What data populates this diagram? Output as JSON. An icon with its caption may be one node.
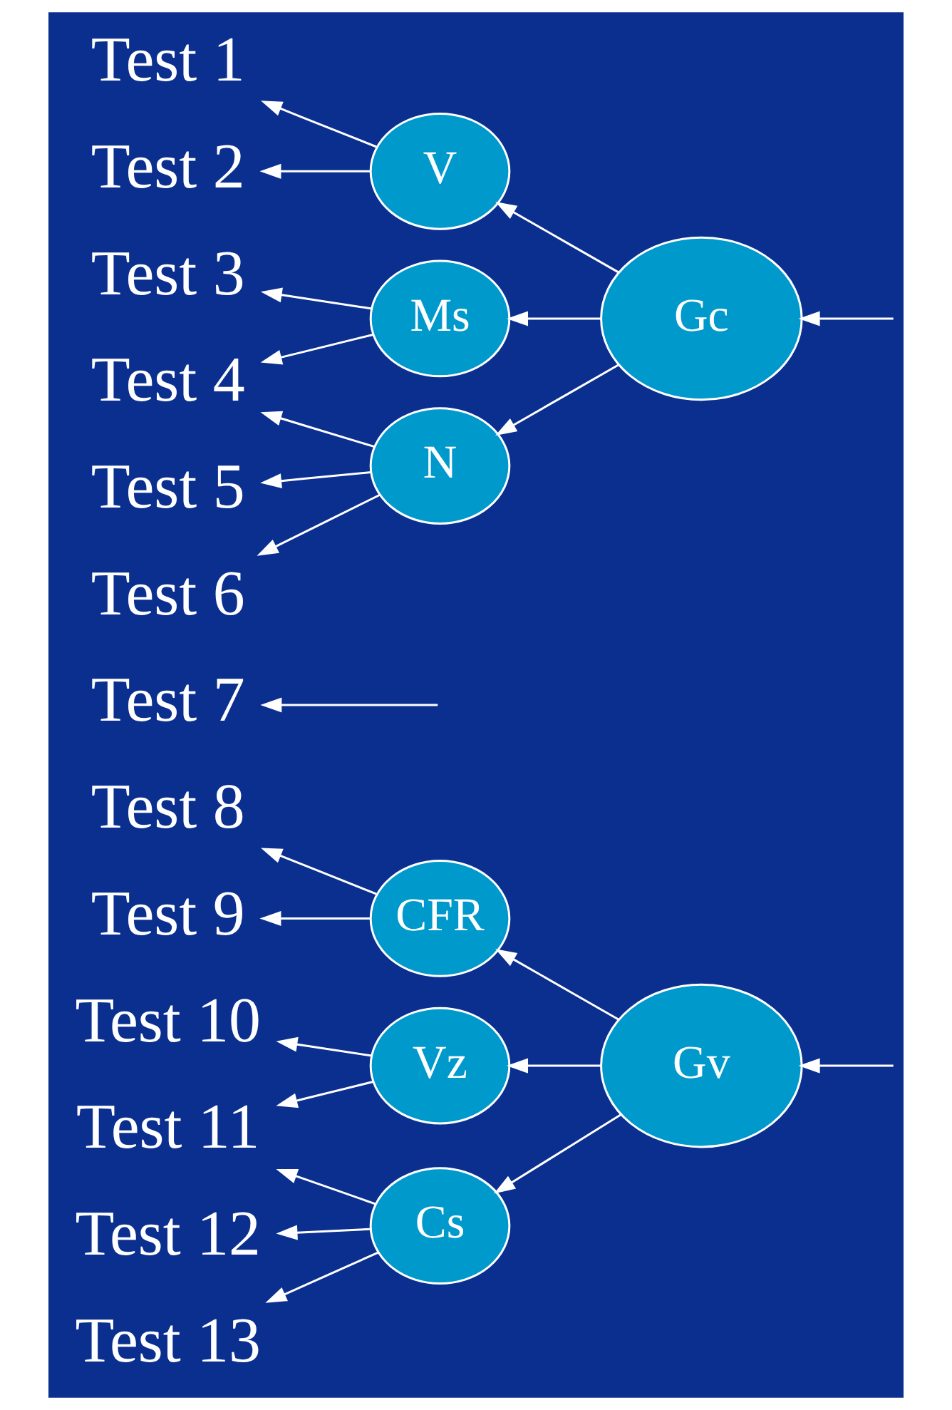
{
  "diagram": {
    "nodes": [
      {
        "text": [
          "Test 1"
        ]
      },
      {
        "text": [
          "Test 2"
        ]
      },
      {
        "text": [
          "Test 3"
        ]
      },
      {
        "text": [
          "Test 4"
        ]
      },
      {
        "text": [
          "Test 5"
        ]
      },
      {
        "text": [
          "Test 6"
        ]
      },
      {
        "text": [
          "Test 7"
        ]
      },
      {
        "text": [
          "Test 8"
        ]
      },
      {
        "text": [
          "Test 9"
        ]
      },
      {
        "text": [
          "Test 10"
        ]
      },
      {
        "text": [
          "Test 11"
        ]
      },
      {
        "text": [
          "Test 12"
        ]
      },
      {
        "text": [
          "Test 13"
        ]
      },
      {
        "text": [
          "V"
        ]
      },
      {
        "text": [
          "Ms"
        ]
      },
      {
        "text": [
          "N"
        ]
      },
      {
        "text": [
          "Gc"
        ]
      },
      {
        "text": [
          "CFR"
        ]
      },
      {
        "text": [
          "Vz"
        ]
      },
      {
        "text": [
          "Cs"
        ]
      },
      {
        "text": [
          "Gv"
        ]
      }
    ],
    "edges": [
      {
        "from": 13,
        "to": 0,
        "arrow": "to"
      },
      {
        "from": 13,
        "to": 1,
        "arrow": "to"
      },
      {
        "from": 14,
        "to": 2,
        "arrow": "to"
      },
      {
        "from": 14,
        "to": 3,
        "arrow": "to"
      },
      {
        "from": 15,
        "to": 3,
        "arrow": "to"
      },
      {
        "from": 15,
        "to": 4,
        "arrow": "to"
      },
      {
        "from": 15,
        "to": 5,
        "arrow": "to"
      },
      {
        "from": 16,
        "to": 13,
        "arrow": "to"
      },
      {
        "from": 16,
        "to": 14,
        "arrow": "to"
      },
      {
        "from": 16,
        "to": 15,
        "arrow": "to"
      },
      {
        "from": null,
        "to": 16,
        "arrow": "to"
      },
      {
        "from": null,
        "to": 6,
        "arrow": "to"
      },
      {
        "from": null,
        "to": 20,
        "arrow": "to"
      },
      {
        "from": 17,
        "to": 7,
        "arrow": "to"
      },
      {
        "from": 17,
        "to": 8,
        "arrow": "to"
      },
      {
        "from": 18,
        "to": 9,
        "arrow": "to"
      },
      {
        "from": 18,
        "to": 10,
        "arrow": "to"
      },
      {
        "from": 19,
        "to": 10,
        "arrow": "to"
      },
      {
        "from": 19,
        "to": 11,
        "arrow": "to"
      },
      {
        "from": 19,
        "to": 12,
        "arrow": "to"
      },
      {
        "from": 20,
        "to": 17,
        "arrow": "to"
      },
      {
        "from": 20,
        "to": 18,
        "arrow": "to"
      },
      {
        "from": 20,
        "to": 19,
        "arrow": "to"
      }
    ]
  }
}
